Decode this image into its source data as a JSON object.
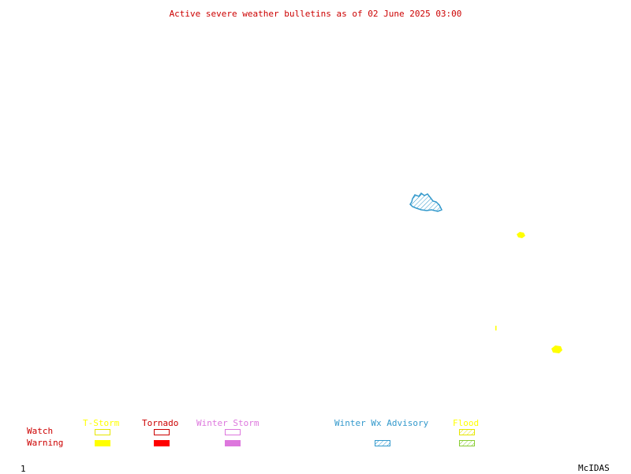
{
  "title": "Active severe weather bulletins as of 02 June 2025 03:00",
  "legend": {
    "row_labels": {
      "watch": "Watch",
      "warning": "Warning"
    },
    "categories": {
      "tstorm": {
        "label": "T-Storm",
        "color": "#ffff00"
      },
      "tornado": {
        "label": "Tornado",
        "color": "#ff0000"
      },
      "winter_storm": {
        "label": "Winter Storm",
        "color": "#dd77dd"
      },
      "winter_wx_advisory": {
        "label": "Winter Wx Advisory",
        "color": "#3399cc"
      },
      "flood": {
        "label": "Flood",
        "color": "#88cc33"
      }
    },
    "label_color": "#cc0000"
  },
  "map_features": [
    {
      "type": "winter-wx-advisory-area",
      "color": "#3399cc",
      "pattern": "hatched"
    },
    {
      "type": "tstorm-warning-area",
      "color": "#ffff00",
      "pattern": "solid"
    },
    {
      "type": "tstorm-warning-area",
      "color": "#ffff00",
      "pattern": "solid"
    },
    {
      "type": "tstorm-warning-area",
      "color": "#ffff00",
      "pattern": "solid"
    }
  ],
  "frame_number": "1",
  "software_label": "McIDAS"
}
